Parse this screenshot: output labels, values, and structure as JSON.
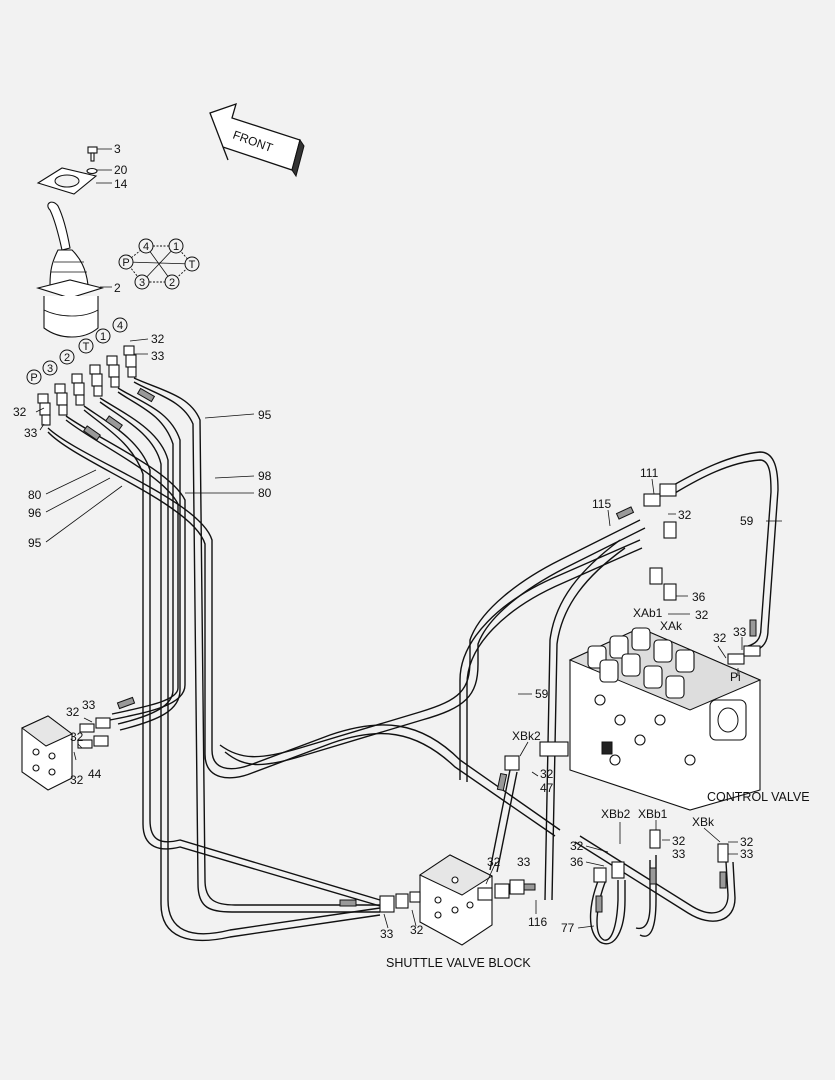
{
  "front_arrow": {
    "label": "FRONT"
  },
  "captions": {
    "control_valve": "CONTROL VALVE",
    "shuttle_valve_block": "SHUTTLE VALVE BLOCK"
  },
  "port_circles": [
    "P",
    "3",
    "2",
    "T",
    "1",
    "4"
  ],
  "pattern_circles": [
    "4",
    "1",
    "P",
    "T",
    "3",
    "2"
  ],
  "callouts": [
    {
      "id": "c3",
      "text": "3"
    },
    {
      "id": "c20",
      "text": "20"
    },
    {
      "id": "c14",
      "text": "14"
    },
    {
      "id": "c2",
      "text": "2"
    },
    {
      "id": "c32a",
      "text": "32"
    },
    {
      "id": "c33a",
      "text": "33"
    },
    {
      "id": "c32b",
      "text": "32"
    },
    {
      "id": "c33b",
      "text": "33"
    },
    {
      "id": "c95a",
      "text": "95"
    },
    {
      "id": "c98",
      "text": "98"
    },
    {
      "id": "c80a",
      "text": "80"
    },
    {
      "id": "c80b",
      "text": "80"
    },
    {
      "id": "c96",
      "text": "96"
    },
    {
      "id": "c95b",
      "text": "95"
    },
    {
      "id": "c111",
      "text": "111"
    },
    {
      "id": "c115",
      "text": "115"
    },
    {
      "id": "c32c",
      "text": "32"
    },
    {
      "id": "c59a",
      "text": "59"
    },
    {
      "id": "c36a",
      "text": "36"
    },
    {
      "id": "c32d",
      "text": "32"
    },
    {
      "id": "cXAb1",
      "text": "XAb1"
    },
    {
      "id": "cXAk",
      "text": "XAk"
    },
    {
      "id": "c32e",
      "text": "32"
    },
    {
      "id": "c33c",
      "text": "33"
    },
    {
      "id": "cPi",
      "text": "Pi"
    },
    {
      "id": "c59b",
      "text": "59"
    },
    {
      "id": "cXBk2",
      "text": "XBk2"
    },
    {
      "id": "c32f",
      "text": "32"
    },
    {
      "id": "c47",
      "text": "47"
    },
    {
      "id": "cXBb2",
      "text": "XBb2"
    },
    {
      "id": "cXBb1",
      "text": "XBb1"
    },
    {
      "id": "cXBk",
      "text": "XBk"
    },
    {
      "id": "c32g",
      "text": "32"
    },
    {
      "id": "c33d",
      "text": "33"
    },
    {
      "id": "c32h",
      "text": "32"
    },
    {
      "id": "c33e",
      "text": "33"
    },
    {
      "id": "c32i",
      "text": "32"
    },
    {
      "id": "c36b",
      "text": "36"
    },
    {
      "id": "c77",
      "text": "77"
    },
    {
      "id": "c116",
      "text": "116"
    },
    {
      "id": "c32j",
      "text": "32"
    },
    {
      "id": "c33f",
      "text": "33"
    },
    {
      "id": "c33g",
      "text": "33"
    },
    {
      "id": "c32k",
      "text": "32"
    },
    {
      "id": "c32l",
      "text": "32"
    },
    {
      "id": "c33h",
      "text": "33"
    },
    {
      "id": "c32m",
      "text": "32"
    },
    {
      "id": "c44",
      "text": "44"
    },
    {
      "id": "c32n",
      "text": "32"
    }
  ]
}
